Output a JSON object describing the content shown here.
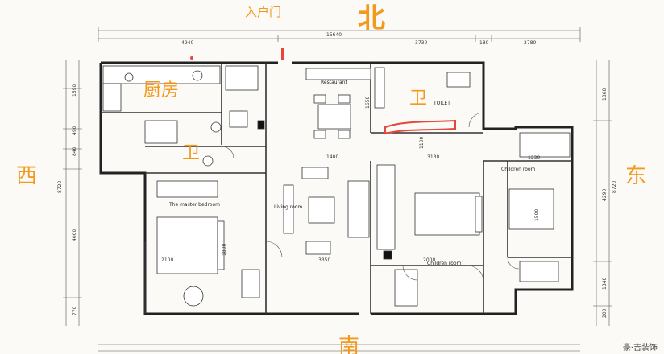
{
  "compass": {
    "north": "北",
    "south": "南",
    "west": "西",
    "east": "东"
  },
  "annotations": {
    "entrance": "入户门",
    "kitchen": "厨房",
    "bath1": "卫",
    "bath2": "卫"
  },
  "rooms": {
    "restaurant": "Restaurant",
    "toilet": "TOILET",
    "living": "Living room",
    "master": "The master bedroom",
    "children1": "Children room",
    "children2": "Children room"
  },
  "dims_top": {
    "total": "15640",
    "d4940": "4940",
    "d3730": "3730",
    "d180": "180",
    "d2780": "2780"
  },
  "dims_side": {
    "left_total": "8720",
    "right_total": "8720",
    "l1590": "1590",
    "l490": "490",
    "l840": "840",
    "l4000": "4000",
    "l770": "770",
    "r1860": "1860",
    "r4290": "4290",
    "r1340": "1340",
    "r200": "200"
  },
  "dims_inner": {
    "i1400": "1400",
    "i3130": "3130",
    "i3350": "3350",
    "i2100": "2100",
    "i1800": "1800",
    "i2000": "2000",
    "i1500": "1500",
    "i1230": "1230",
    "i1650": "1650",
    "i1100": "1100"
  },
  "watermark": "豪·吉装饰",
  "colors": {
    "accent": "#f39a1e",
    "wall": "#222222",
    "bath_box": "#e6473a"
  }
}
